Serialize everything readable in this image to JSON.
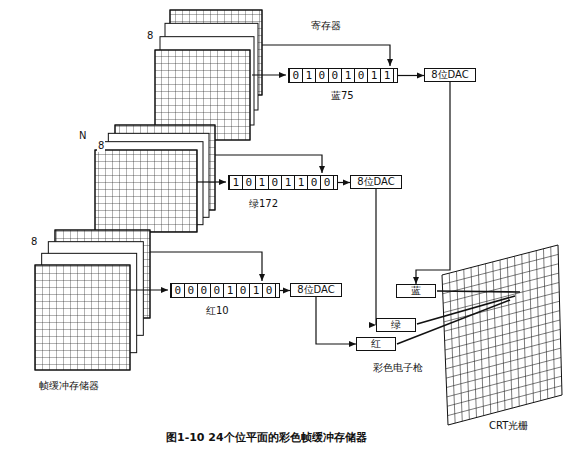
{
  "diagram": {
    "caption": "图1-10   24个位平面的彩色帧缓冲存储器",
    "nodes": [
      {
        "text": [
          "01001011"
        ]
      },
      {
        "text": [
          "8位DAC"
        ]
      },
      {
        "text": [
          "10101100"
        ]
      },
      {
        "text": [
          "8位DAC"
        ]
      },
      {
        "text": [
          "00001010"
        ]
      },
      {
        "text": [
          "8位DAC"
        ]
      },
      {
        "text": [
          "蓝"
        ]
      },
      {
        "text": [
          "绿"
        ]
      },
      {
        "text": [
          "红"
        ]
      }
    ],
    "edges": [
      {
        "from": 0,
        "to": 1,
        "arrow": "to"
      },
      {
        "from": 2,
        "to": 3,
        "arrow": "to"
      },
      {
        "from": 4,
        "to": 5,
        "arrow": "to"
      },
      {
        "from": 1,
        "to": 6,
        "arrow": "to"
      },
      {
        "from": 3,
        "to": 7,
        "arrow": "to"
      },
      {
        "from": 5,
        "to": 8,
        "arrow": "to"
      }
    ],
    "labels": [
      "寄存器",
      "蓝75",
      "绿172",
      "红10",
      "8",
      "N",
      "8",
      "8",
      "帧缓冲存储器",
      "彩色电子枪",
      "CRT光栅"
    ]
  }
}
